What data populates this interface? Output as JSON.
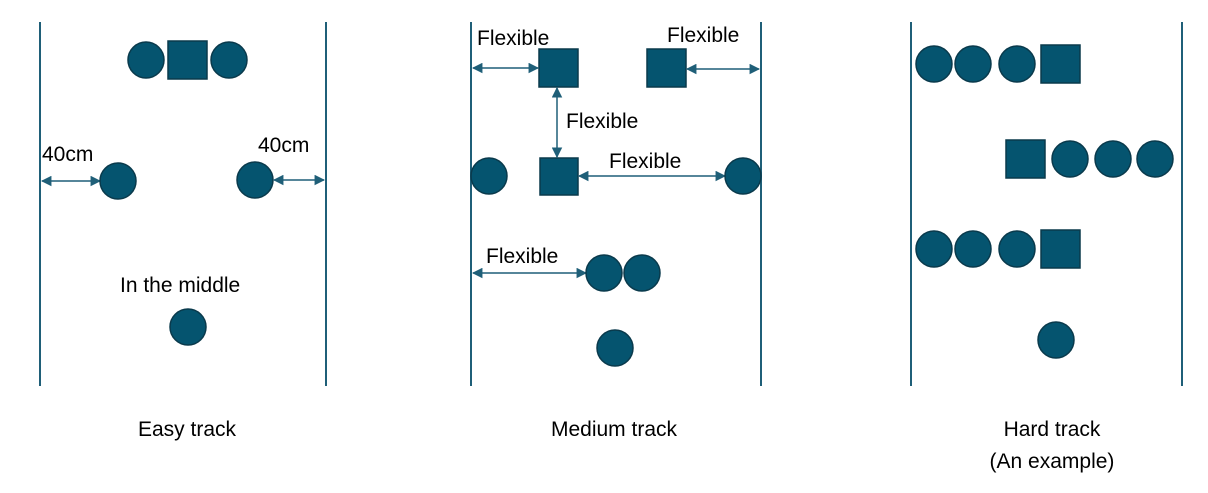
{
  "colors": {
    "shape_fill": "#05546f",
    "shape_stroke": "#0a3a4c",
    "line": "#1f5f78"
  },
  "easy": {
    "caption": "Easy track",
    "dist_left": "40cm",
    "dist_right": "40cm",
    "middle": "In the middle"
  },
  "medium": {
    "caption": "Medium track",
    "flex_top_left": "Flexible",
    "flex_top_right": "Flexible",
    "flex_vertical": "Flexible",
    "flex_mid": "Flexible",
    "flex_bottom": "Flexible"
  },
  "hard": {
    "caption_line1": "Hard track",
    "caption_line2": "(An example)"
  }
}
